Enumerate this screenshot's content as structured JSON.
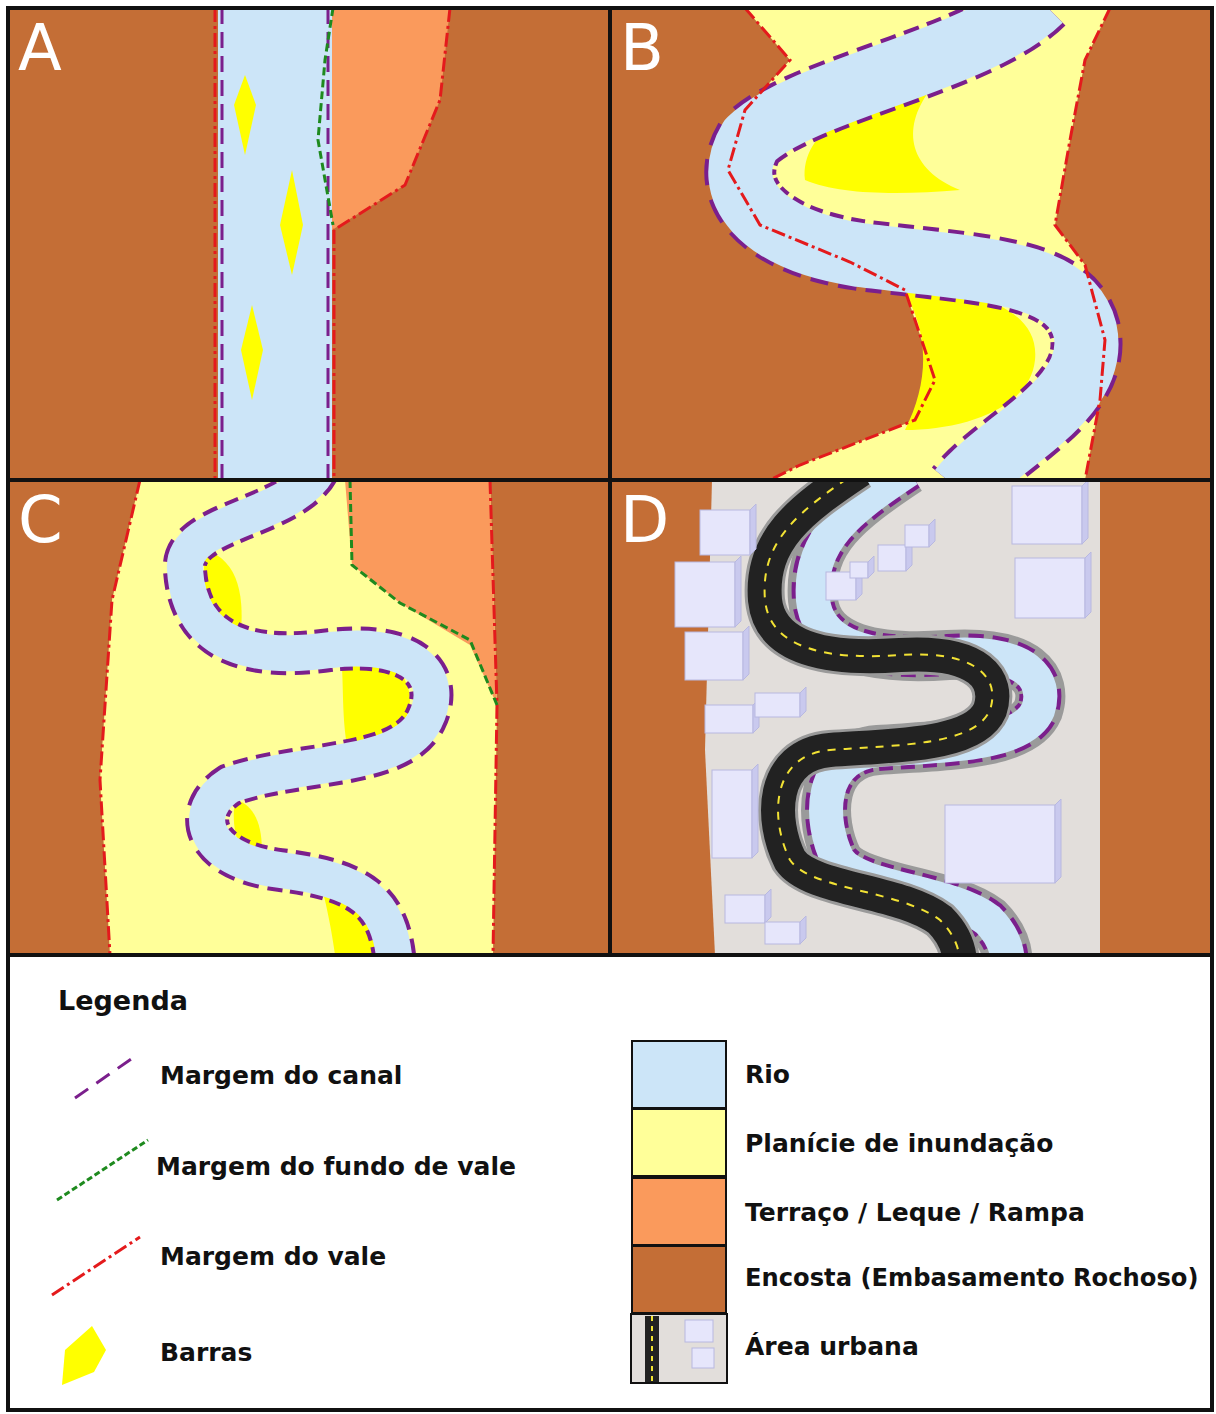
{
  "diagram": {
    "nodes": [
      {
        "text": [
          "A"
        ]
      },
      {
        "text": [
          "B"
        ]
      },
      {
        "text": [
          "C"
        ]
      },
      {
        "text": [
          "D"
        ]
      }
    ],
    "labels": [
      "Legenda"
    ],
    "legend": [
      {
        "text": "Margem do canal"
      },
      {
        "text": "Margem do fundo de vale"
      },
      {
        "text": "Margem do vale"
      },
      {
        "text": "Barras"
      },
      {
        "text": "Rio",
        "color": "#cce5f8"
      },
      {
        "text": "Planície de inundação",
        "color": "#ffff99"
      },
      {
        "text": "Terraço / Leque / Rampa",
        "color": "#fa9a5c"
      },
      {
        "text": "Encosta (Embasamento Rochoso)",
        "color": "#c46e36"
      },
      {
        "text": "Área urbana"
      }
    ]
  }
}
